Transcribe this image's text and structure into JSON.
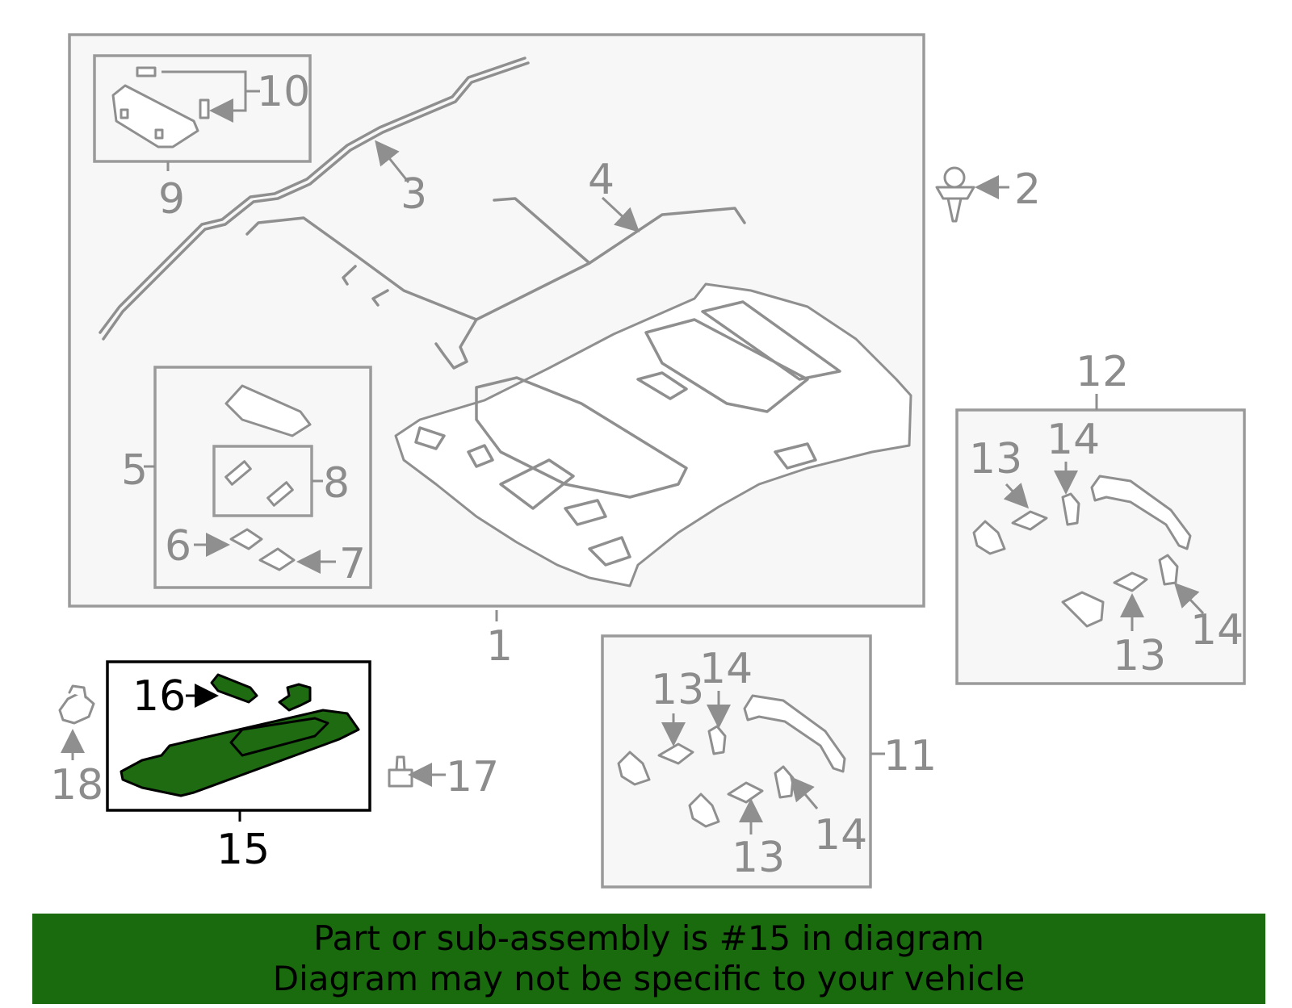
{
  "diagram": {
    "callouts": {
      "c1": "1",
      "c2": "2",
      "c3": "3",
      "c4": "4",
      "c5": "5",
      "c6": "6",
      "c7": "7",
      "c8": "8",
      "c9": "9",
      "c10": "10",
      "c11": "11",
      "c12": "12",
      "c13a": "13",
      "c13b": "13",
      "c13c": "13",
      "c13d": "13",
      "c14a": "14",
      "c14b": "14",
      "c14c": "14",
      "c14d": "14",
      "c15": "15",
      "c16": "16",
      "c17": "17",
      "c18": "18"
    },
    "highlighted_part": "15",
    "highlight_color": "#1e6b12"
  },
  "banner": {
    "line1": "Part or sub-assembly is #15 in diagram",
    "line2": "Diagram may not be specific to your vehicle",
    "background": "#1a6b0e"
  }
}
